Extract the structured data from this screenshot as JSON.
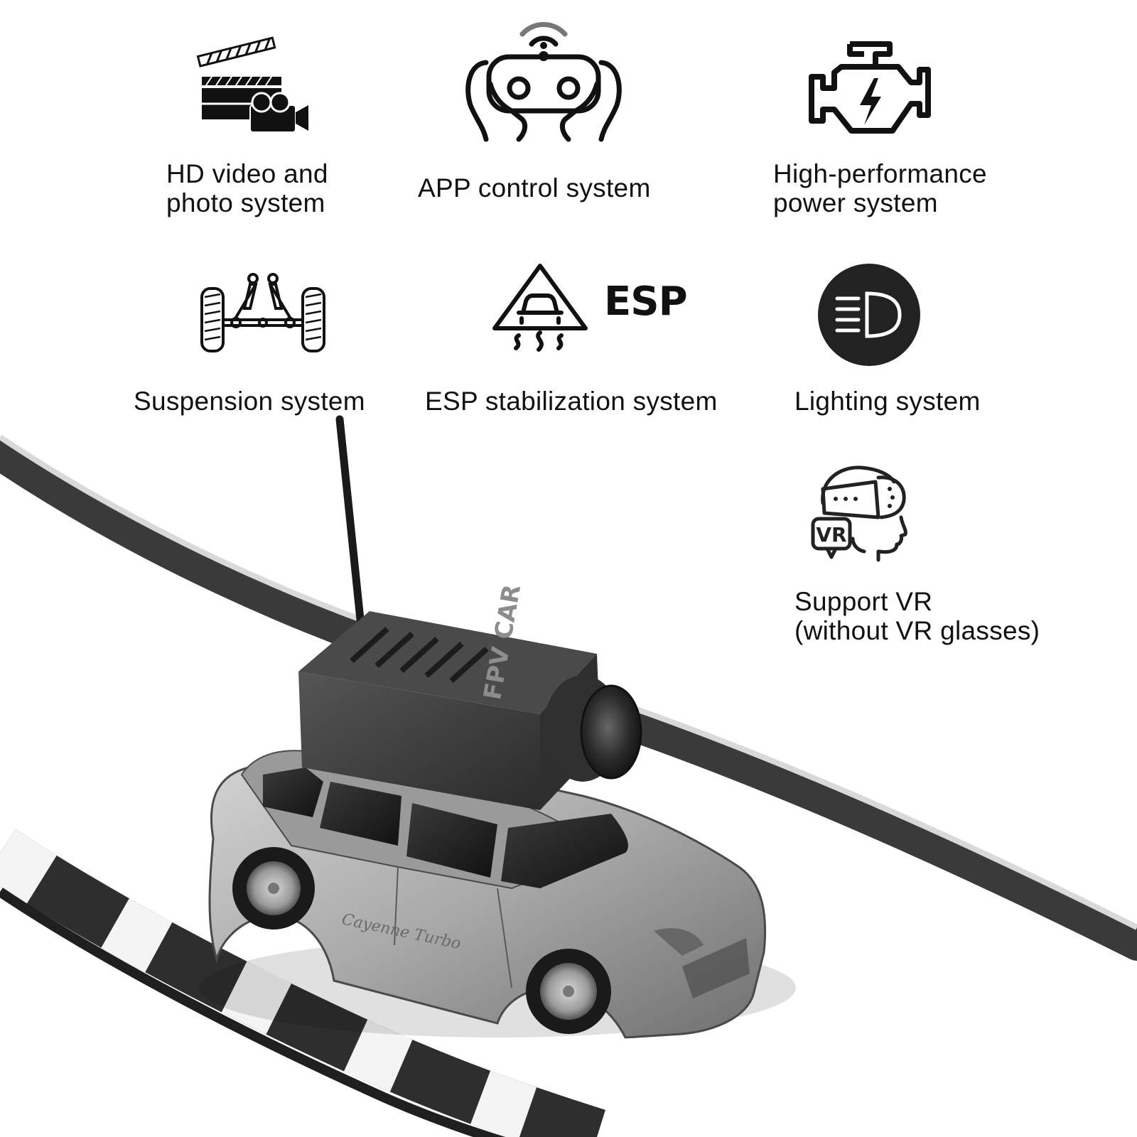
{
  "features": [
    {
      "id": "hd-video",
      "lines": [
        "HD video and",
        "photo system"
      ],
      "icon": "clapperboard-camera-icon"
    },
    {
      "id": "app-control",
      "lines": [
        "APP control system"
      ],
      "icon": "remote-controller-hands-icon"
    },
    {
      "id": "power",
      "lines": [
        "High-performance",
        "power system"
      ],
      "icon": "engine-bolt-icon"
    },
    {
      "id": "suspension",
      "lines": [
        "Suspension system"
      ],
      "icon": "suspension-axle-icon"
    },
    {
      "id": "esp",
      "lines": [
        "ESP stabilization system"
      ],
      "icon": "esp-warning-icon",
      "icon_text": "ESP"
    },
    {
      "id": "lighting",
      "lines": [
        "Lighting system"
      ],
      "icon": "headlight-icon"
    },
    {
      "id": "vr",
      "lines": [
        "Support VR",
        "(without VR glasses)"
      ],
      "icon": "vr-headset-icon",
      "icon_text": "VR"
    }
  ],
  "product": {
    "camera_branding": "FPV CAR",
    "car_script": "Cayenne Turbo",
    "image": "silver-suv-with-fpv-camera"
  },
  "colors": {
    "text": "#111111",
    "background": "#ffffff",
    "track": "#2e2e2e",
    "car_body": "#a8a8a8",
    "camera": "#3a3a3a"
  }
}
